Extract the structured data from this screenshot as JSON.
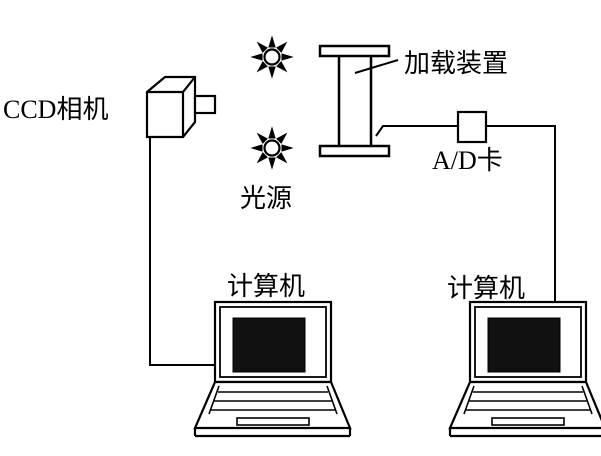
{
  "labels": {
    "ccd_camera": "CCD相机",
    "light_source": "光源",
    "loading_device": "加载装置",
    "ad_card": "A/D卡",
    "computer_left": "计算机",
    "computer_right": "计算机"
  },
  "colors": {
    "stroke": "#000000",
    "screen_fill": "#111111",
    "background": "#ffffff"
  }
}
